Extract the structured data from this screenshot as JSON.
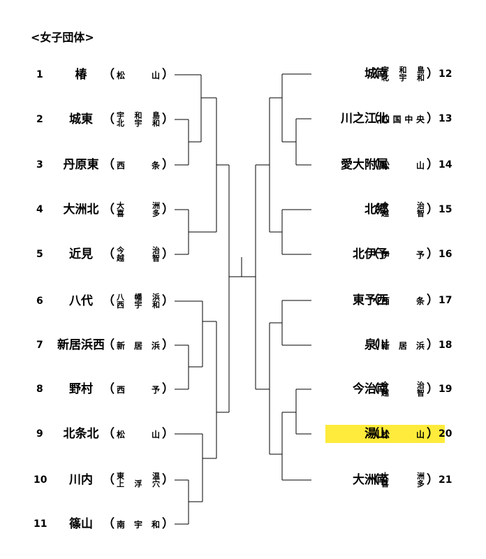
{
  "title": "<女子団体>",
  "colors": {
    "highlight": "#ffeb3b",
    "line": "#000000"
  },
  "left": [
    {
      "seed": "1",
      "team": "椿",
      "region": [
        [
          "松",
          "山"
        ]
      ]
    },
    {
      "seed": "2",
      "team": "城東",
      "region": [
        [
          "宇",
          "和",
          "島"
        ],
        [
          "北",
          "宇",
          "和"
        ]
      ]
    },
    {
      "seed": "3",
      "team": "丹原東",
      "region": [
        [
          "西",
          "条"
        ]
      ]
    },
    {
      "seed": "4",
      "team": "大洲北",
      "region": [
        [
          "大",
          "洲"
        ],
        [
          "喜",
          "多"
        ]
      ]
    },
    {
      "seed": "5",
      "team": "近見",
      "region": [
        [
          "今",
          "治"
        ],
        [
          "越",
          "智"
        ]
      ]
    },
    {
      "seed": "6",
      "team": "八代",
      "region": [
        [
          "八",
          "幡",
          "浜"
        ],
        [
          "西",
          "宇",
          "和"
        ]
      ]
    },
    {
      "seed": "7",
      "team": "新居浜西",
      "region": [
        [
          "新",
          "居",
          "浜"
        ]
      ]
    },
    {
      "seed": "8",
      "team": "野村",
      "region": [
        [
          "西",
          "予"
        ]
      ]
    },
    {
      "seed": "9",
      "team": "北条北",
      "region": [
        [
          "松",
          "山"
        ]
      ]
    },
    {
      "seed": "10",
      "team": "川内",
      "region": [
        [
          "東",
          "温"
        ],
        [
          "上",
          "浮",
          "穴"
        ]
      ]
    },
    {
      "seed": "11",
      "team": "篠山",
      "region": [
        [
          "南",
          "宇",
          "和"
        ]
      ]
    }
  ],
  "right": [
    {
      "seed": "12",
      "team": "城南",
      "region": [
        [
          "宇",
          "和",
          "島"
        ],
        [
          "北",
          "宇",
          "和"
        ]
      ]
    },
    {
      "seed": "13",
      "team": "川之江北",
      "region": [
        [
          "四",
          "国",
          "中",
          "央"
        ]
      ]
    },
    {
      "seed": "14",
      "team": "愛大附属",
      "region": [
        [
          "松",
          "山"
        ]
      ]
    },
    {
      "seed": "15",
      "team": "北郷",
      "region": [
        [
          "今",
          "治"
        ],
        [
          "越",
          "智"
        ]
      ]
    },
    {
      "seed": "16",
      "team": "北伊予",
      "region": [
        [
          "伊",
          "予"
        ]
      ]
    },
    {
      "seed": "17",
      "team": "東予西",
      "region": [
        [
          "西",
          "条"
        ]
      ]
    },
    {
      "seed": "18",
      "team": "泉川",
      "region": [
        [
          "新",
          "居",
          "浜"
        ]
      ]
    },
    {
      "seed": "19",
      "team": "今治南",
      "region": [
        [
          "今",
          "治"
        ],
        [
          "越",
          "智"
        ]
      ]
    },
    {
      "seed": "20",
      "team": "湯山",
      "region": [
        [
          "松",
          "山"
        ]
      ],
      "highlight": true
    },
    {
      "seed": "21",
      "team": "大洲南",
      "region": [
        [
          "大",
          "洲"
        ],
        [
          "喜",
          "多"
        ]
      ]
    }
  ]
}
